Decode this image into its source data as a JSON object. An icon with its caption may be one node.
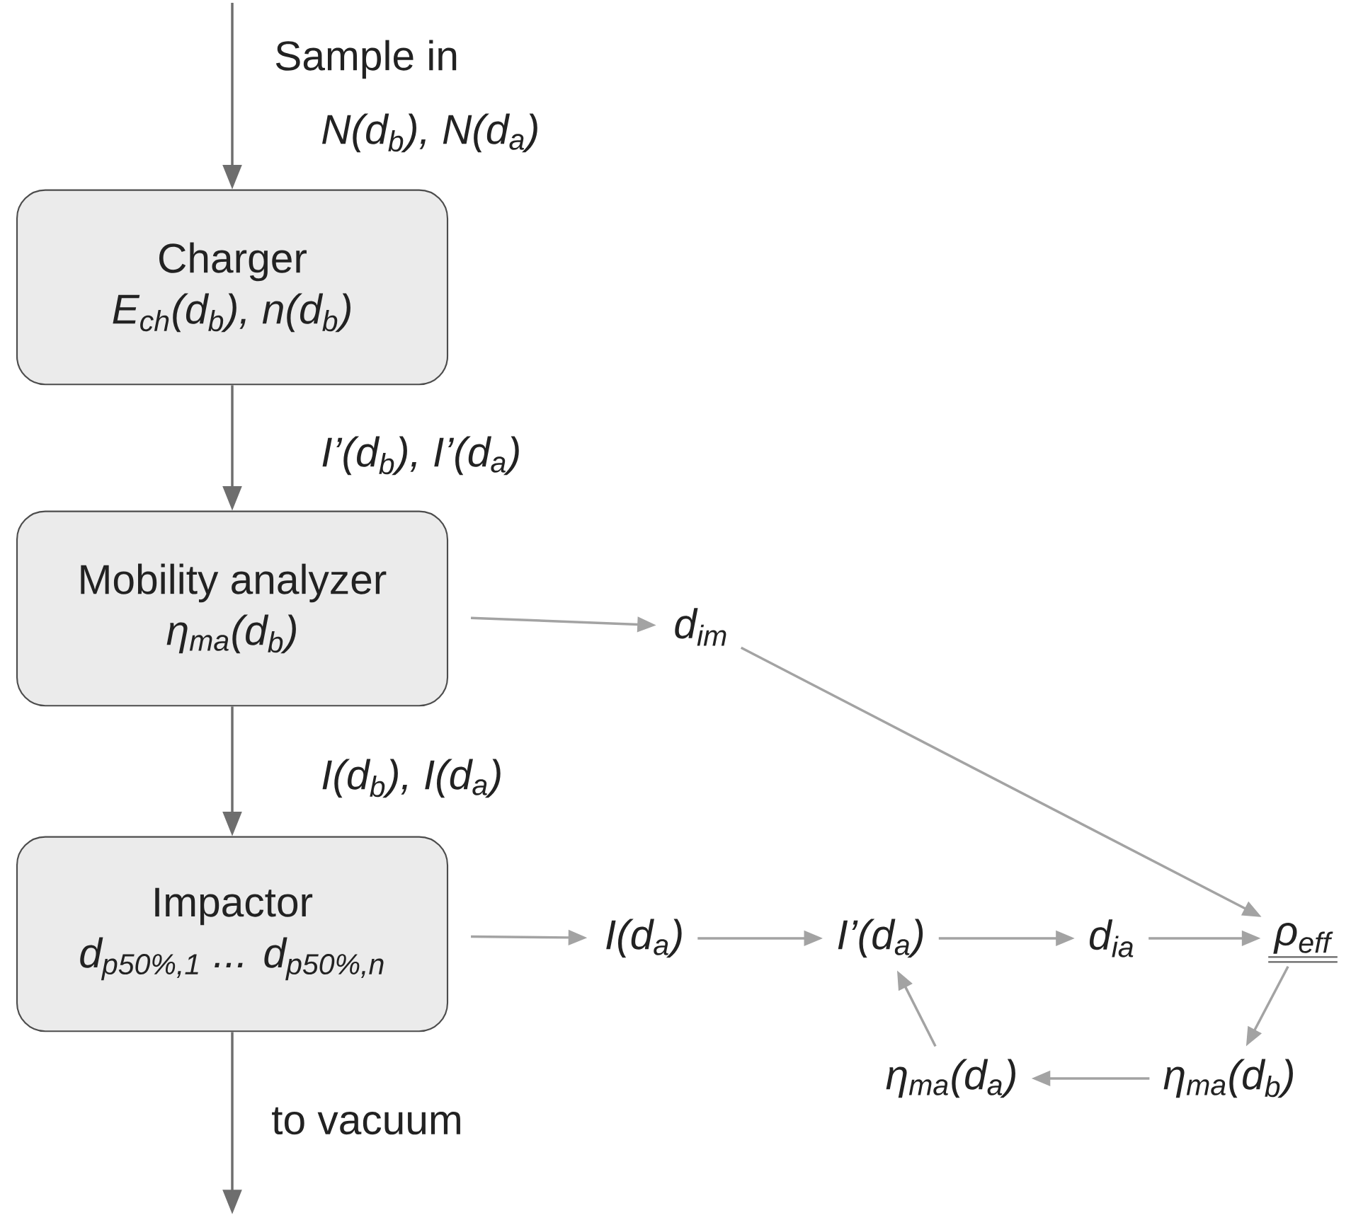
{
  "diagram": {
    "nodes": [
      {
        "text": [
          "Charger",
          "E$_{ch}$(d$_{b}$), n(d$_{b}$)"
        ]
      },
      {
        "text": [
          "Mobility analyzer",
          "η$_{ma}$(d$_{b}$)"
        ]
      },
      {
        "text": [
          "Impactor",
          "d$_{p50%,1}$ ... d$_{p50%,n}$"
        ]
      },
      {
        "text": [
          "d$_{im}$"
        ]
      },
      {
        "text": [
          "I(d$_{a}$)"
        ]
      },
      {
        "text": [
          "I’(d$_{a}$)"
        ]
      },
      {
        "text": [
          "d$_{ia}$"
        ]
      },
      {
        "text": [
          "ρ$_{eff}$"
        ]
      },
      {
        "text": [
          "η$_{ma}$(d$_{b}$)"
        ]
      },
      {
        "text": [
          "η$_{ma}$(d$_{a}$)"
        ]
      }
    ],
    "edges": [
      {
        "from": null,
        "to": 0,
        "arrow": "to",
        "label": "Sample in",
        "color": "#6e6e6e"
      },
      {
        "from": 0,
        "to": 1,
        "arrow": "to",
        "label": "I’(d$_{b}$), I’(d$_{a}$)",
        "color": "#6e6e6e"
      },
      {
        "from": 1,
        "to": 2,
        "arrow": "to",
        "label": "I(d$_{b}$), I(d$_{a}$)",
        "color": "#6e6e6e"
      },
      {
        "from": 2,
        "to": null,
        "arrow": "to",
        "label": "to vacuum",
        "color": "#6e6e6e"
      },
      {
        "from": 1,
        "to": 3,
        "arrow": "to"
      },
      {
        "from": 3,
        "to": 7,
        "arrow": "to"
      },
      {
        "from": 2,
        "to": 4,
        "arrow": "to"
      },
      {
        "from": 4,
        "to": 5,
        "arrow": "to"
      },
      {
        "from": 5,
        "to": 6,
        "arrow": "to"
      },
      {
        "from": 6,
        "to": 7,
        "arrow": "to"
      },
      {
        "from": 7,
        "to": 8,
        "arrow": "to"
      },
      {
        "from": 8,
        "to": 9,
        "arrow": "to"
      },
      {
        "from": 9,
        "to": 5,
        "arrow": "to"
      }
    ],
    "labels": [
      "N(d$_{b}$), N(d$_{a}$)"
    ]
  }
}
